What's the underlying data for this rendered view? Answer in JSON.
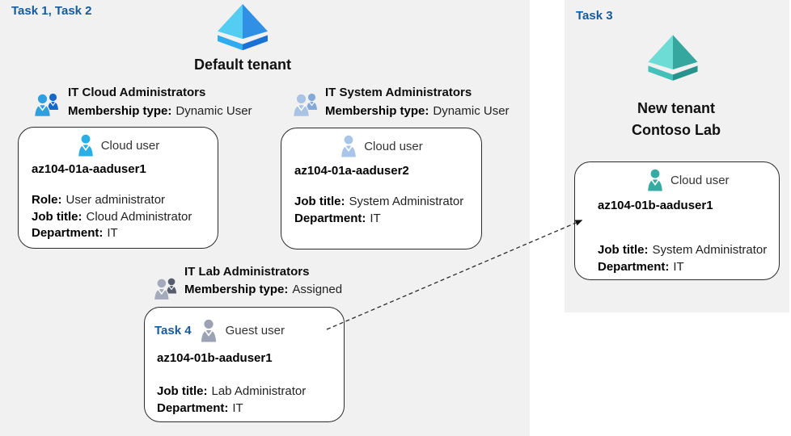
{
  "labels": {
    "task12": "Task 1, Task 2",
    "task3": "Task 3",
    "task4": "Task 4"
  },
  "colors": {
    "task_label_blue": "#175a9c",
    "region_background": "#f1f1f1",
    "card_border": "#2b2b2b",
    "tenant_icon_blue_light": "#53cdf1",
    "tenant_icon_blue_dark": "#3090e6",
    "tenant_icon_teal_light": "#6cdcd4",
    "tenant_icon_teal_dark": "#35a79f",
    "user_icon_cyan": "#29aee6",
    "user_icon_pale_blue": "#a9c6e8",
    "user_icon_gray": "#9aa2b3",
    "user_icon_teal": "#36aba4"
  },
  "default_tenant": {
    "title": "Default tenant",
    "groups": [
      {
        "name": "IT Cloud Administrators",
        "membership_label": "Membership type:",
        "membership_value": "Dynamic User"
      },
      {
        "name": "IT System Administrators",
        "membership_label": "Membership type:",
        "membership_value": "Dynamic User"
      },
      {
        "name": "IT Lab Administrators",
        "membership_label": "Membership type:",
        "membership_value": "Assigned"
      }
    ],
    "cards": [
      {
        "user_type": "Cloud user",
        "username": "az104-01a-aaduser1",
        "fields": [
          {
            "label": "Role:",
            "value": "User administrator"
          },
          {
            "label": "Job title:",
            "value": "Cloud Administrator"
          },
          {
            "label": "Department:",
            "value": "IT"
          }
        ]
      },
      {
        "user_type": "Cloud user",
        "username": "az104-01a-aaduser2",
        "fields": [
          {
            "label": "Job title:",
            "value": "System Administrator"
          },
          {
            "label": "Department:",
            "value": "IT"
          }
        ]
      },
      {
        "user_type": "Guest user",
        "username": "az104-01b-aaduser1",
        "fields": [
          {
            "label": "Job title:",
            "value": "Lab Administrator"
          },
          {
            "label": "Department:",
            "value": "IT"
          }
        ]
      }
    ]
  },
  "new_tenant": {
    "title_line1": "New tenant",
    "title_line2": "Contoso Lab",
    "card": {
      "user_type": "Cloud user",
      "username": "az104-01b-aaduser1",
      "fields": [
        {
          "label": "Job title:",
          "value": "System Administrator"
        },
        {
          "label": "Department:",
          "value": "IT"
        }
      ]
    }
  }
}
